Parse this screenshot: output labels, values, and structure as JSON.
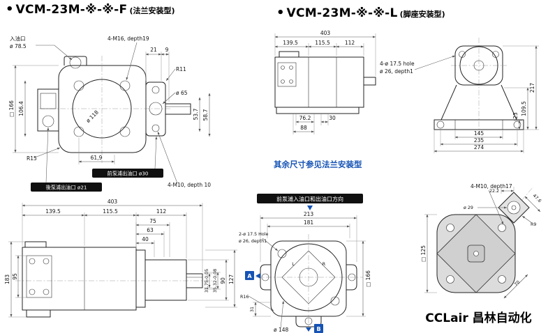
{
  "page": {
    "bg": "#ffffff",
    "accent_blue": "#1553b5"
  },
  "headings": {
    "flange": {
      "bullet": "•",
      "model": "VCM-23M-※-※-F",
      "mount": "(法兰安装型)"
    },
    "foot": {
      "bullet": "•",
      "model": "VCM-23M-※-※-L",
      "mount": "(脚座安装型)"
    }
  },
  "notes": {
    "foot_ref": "其余尺寸参见法兰安装型"
  },
  "brand": {
    "logo": "CCLair 昌林自动化"
  },
  "d1": {
    "inlet_label": "入油口",
    "inlet_dia": "ø 78.5",
    "bolts_top": "4-M16, depth19",
    "dim_21": "21",
    "dim_9": "9",
    "r11": "R11",
    "dia_65": "ø 65",
    "dim_53_7": "53.7",
    "dim_58_7": "58.7",
    "dia_118": "ø 118",
    "sq_166": "□ 166",
    "dim_106_4": "106.4",
    "r15": "R15",
    "dim_61_9": "61,9",
    "front_outlet": "前泵浦出油口 ø30",
    "bolts_bottom": "4-M10, depth 10",
    "rear_outlet": "後泵浦出油口 ø21"
  },
  "d2": {
    "dim_403": "403",
    "seg_139_5": "139.5",
    "seg_115_5": "115.5",
    "seg_112": "112",
    "hole_l1": "4-ø 17.5 hole",
    "hole_l2": "ø 26, depth1",
    "dim_217": "217",
    "dim_109_5": "109.5",
    "dim_23": "23",
    "dim_145": "145",
    "dim_235": "235",
    "dim_274": "274",
    "dim_76_2": "76.2",
    "dim_88": "88",
    "dim_30": "30"
  },
  "d3": {
    "dim_403": "403",
    "seg_139_5": "139.5",
    "seg_115_5": "115.5",
    "seg_112": "112",
    "dim_75": "75",
    "dim_63": "63",
    "dim_40": "40",
    "shaft_dia": "31.75-0.05",
    "key_h": "35.32-0.08",
    "dim_90": "90",
    "dim_127": "127",
    "dim_95": "95",
    "dim_183": "183"
  },
  "d4": {
    "direction_label": "前泵浦入油口和出油口方向",
    "hole_l1": "2-ø 17.5 Hole",
    "hole_l2": "ø 26, depth1",
    "dim_213": "213",
    "dim_181": "181",
    "dim_31": "31",
    "r16": "R16",
    "dia_148": "ø 148",
    "sq_166": "□ 166",
    "mark_a": "A",
    "mark_b": "B",
    "mark_l": "L",
    "mark_r": "R"
  },
  "d5": {
    "bolts": "4-M10, depth17",
    "dim_22_2": "22.2",
    "dim_47_6": "47.6",
    "dia_29": "ø 29",
    "r9": "R9",
    "sq_125": "□ 125",
    "dim_70": "70"
  }
}
